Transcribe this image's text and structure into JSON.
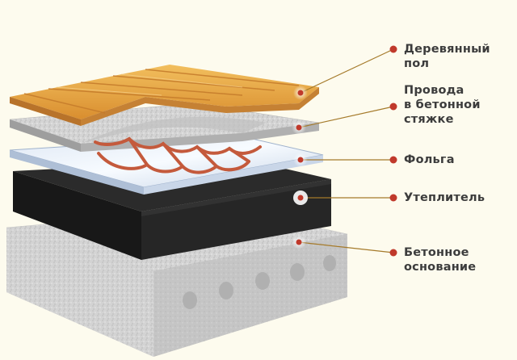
{
  "diagram": {
    "layers": [
      {
        "id": "wood",
        "label_lines": [
          "Деревянный",
          "пол"
        ]
      },
      {
        "id": "screed",
        "label_lines": [
          "Провода",
          "в бетонной",
          "стяжке"
        ]
      },
      {
        "id": "foil",
        "label_lines": [
          "Фольга"
        ]
      },
      {
        "id": "insulation",
        "label_lines": [
          "Утеплитель"
        ]
      },
      {
        "id": "base",
        "label_lines": [
          "Бетонное",
          "основание"
        ]
      }
    ],
    "colors": {
      "marker": "#c0392b",
      "leader": "#a57a2a",
      "wood": "#e6a544",
      "cable": "#c45a3c",
      "insulation": "#1e1e1e",
      "concrete": "#d6d6d6"
    }
  }
}
